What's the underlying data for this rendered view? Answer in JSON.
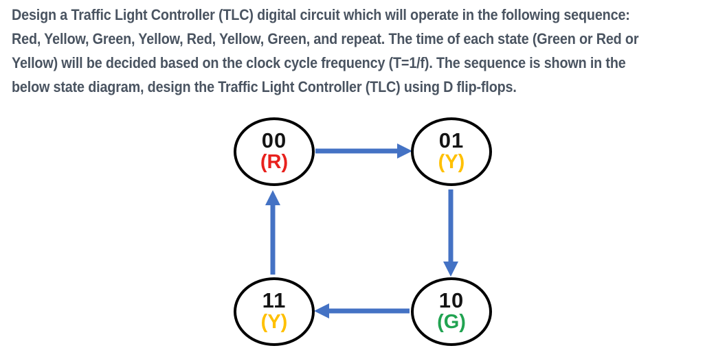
{
  "problem": {
    "lines": [
      "Design a Traffic Light Controller (TLC) digital circuit which will operate in the following sequence:",
      "Red, Yellow, Green, Yellow, Red, Yellow, Green, and repeat. The time of each state (Green or Red or",
      "Yellow) will be decided based on the clock cycle frequency (T=1/f). The sequence is shown in the",
      "below state diagram, design the Traffic Light Controller (TLC) using D flip-flops."
    ],
    "text_color": "#4a5461"
  },
  "diagram": {
    "type": "state-diagram",
    "nodes": [
      {
        "id": "00",
        "label": "(R)",
        "color_name": "red",
        "color": "#e8211d",
        "position": "top-left"
      },
      {
        "id": "01",
        "label": "(Y)",
        "color_name": "yellow",
        "color": "#ffc000",
        "position": "top-right"
      },
      {
        "id": "11",
        "label": "(Y)",
        "color_name": "yellow",
        "color": "#ffc000",
        "position": "bottom-left"
      },
      {
        "id": "10",
        "label": "(G)",
        "color_name": "green",
        "color": "#21a351",
        "position": "bottom-right"
      }
    ],
    "edges": [
      {
        "from": "00",
        "to": "01"
      },
      {
        "from": "01",
        "to": "10"
      },
      {
        "from": "10",
        "to": "11"
      },
      {
        "from": "11",
        "to": "00"
      }
    ],
    "arrow_color": "#4472c4",
    "node_border_color": "#000000"
  },
  "background_color": "#ffffff"
}
